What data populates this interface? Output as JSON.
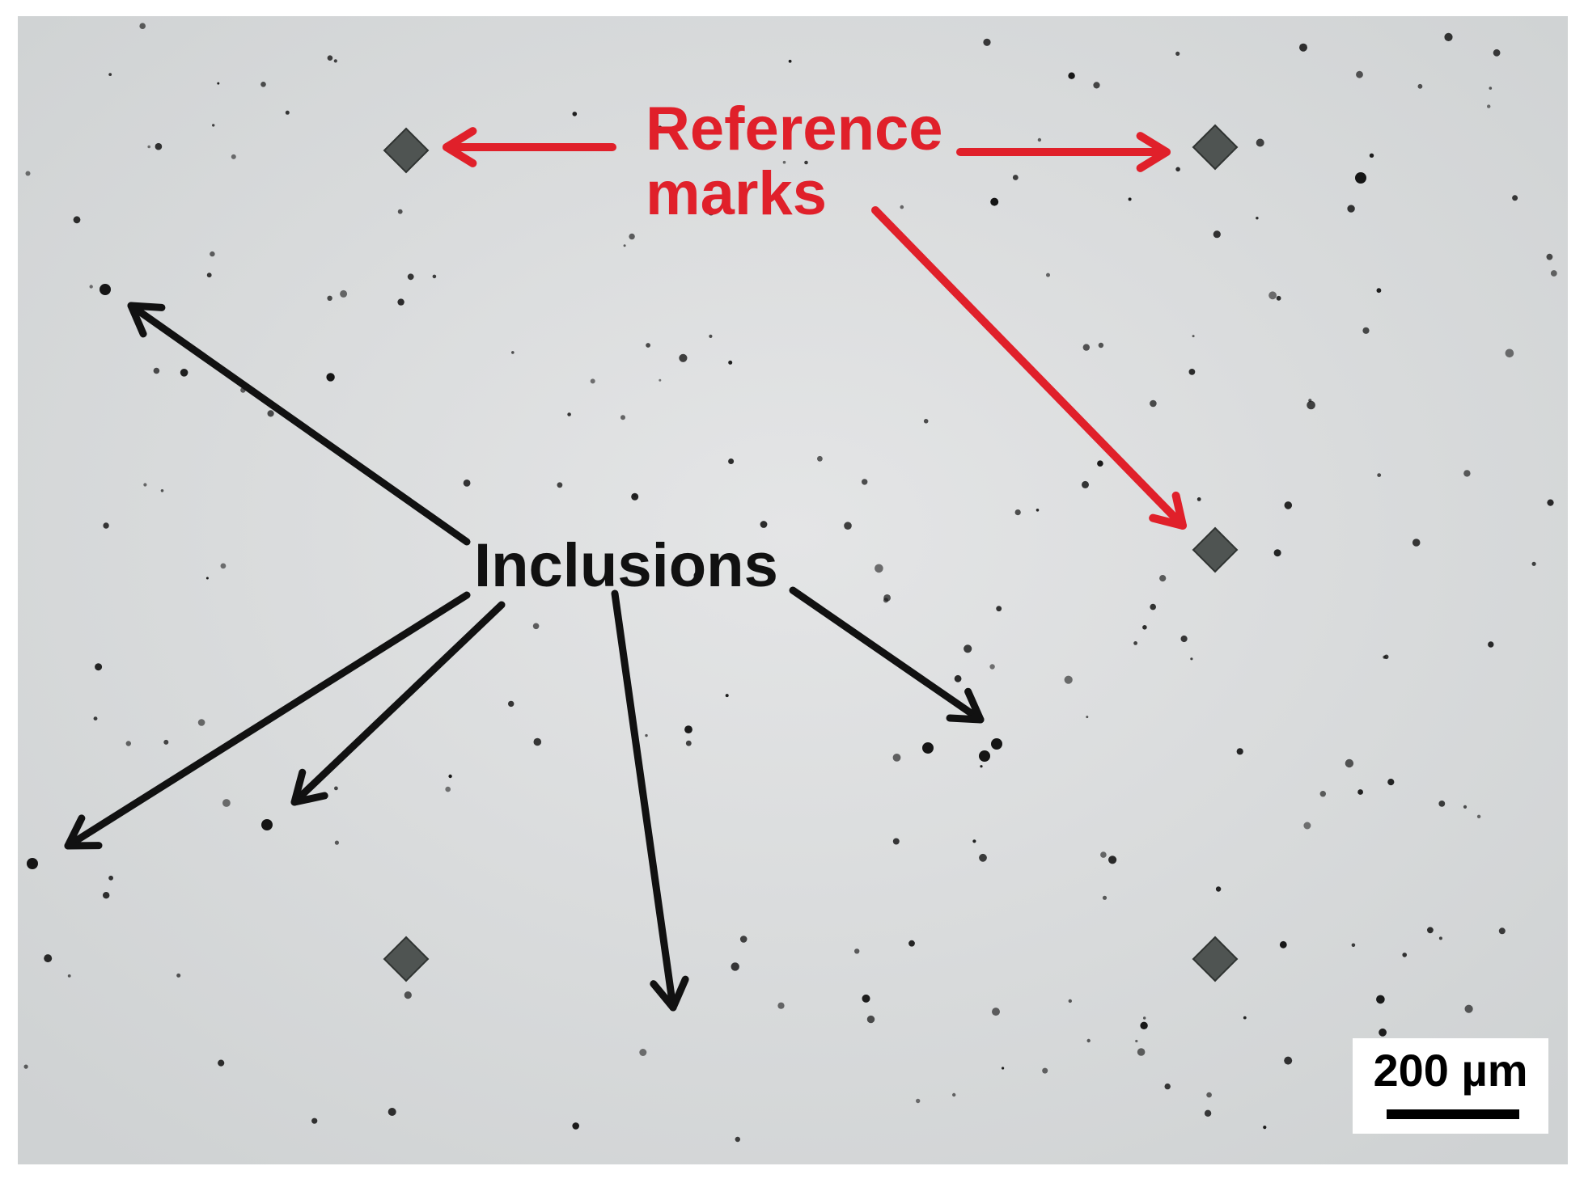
{
  "annotations": {
    "reference_marks": {
      "line1": "Reference",
      "line2": "marks",
      "color": "#e0202a"
    },
    "inclusions": {
      "text": "Inclusions",
      "color": "#111111"
    }
  },
  "scale_bar": {
    "text": "200 µm",
    "color": "#000000"
  },
  "colors": {
    "background": "#d9dbdc",
    "reference_mark_fill": "#4f5452",
    "inclusion_dot": "#151515"
  }
}
